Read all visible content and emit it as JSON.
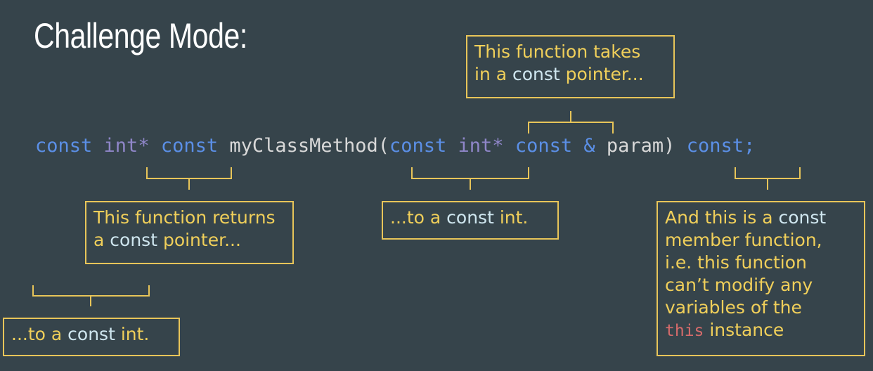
{
  "slide": {
    "title": "Challenge Mode:"
  },
  "code": {
    "tok_const1": "const",
    "tok_int1": "int*",
    "tok_const2": "const",
    "tok_method": "myClassMethod(",
    "tok_const3": "const",
    "tok_int2": "int*",
    "tok_const4": "const",
    "tok_amp": "&",
    "tok_param": "param)",
    "tok_const5": "const;"
  },
  "callouts": {
    "param_pointer": {
      "line1_a": "This function takes",
      "line2_a": "in a ",
      "line2_hl": "const",
      "line2_b": " pointer..."
    },
    "return_pointer": {
      "line1_a": "This function returns",
      "line2_a": "a ",
      "line2_hl": "const",
      "line2_b": " pointer..."
    },
    "param_int": {
      "a": "...to a ",
      "hl": "const",
      "b": " int."
    },
    "return_int": {
      "a": "...to a ",
      "hl": "const",
      "b": " int."
    },
    "member": {
      "line1_a": "And this is a ",
      "line1_hl": "const",
      "line2": "member function,",
      "line3": "i.e. this function",
      "line4": "can’t modify any",
      "line5": "variables of the",
      "line6_code": "this",
      "line6_b": " instance"
    }
  },
  "colors": {
    "background": "#36444b",
    "keyword": "#5b8fe6",
    "type": "#8f86c8",
    "callout": "#e8c559",
    "highlight": "#cfe6ef",
    "this_keyword": "#d66b6b"
  }
}
